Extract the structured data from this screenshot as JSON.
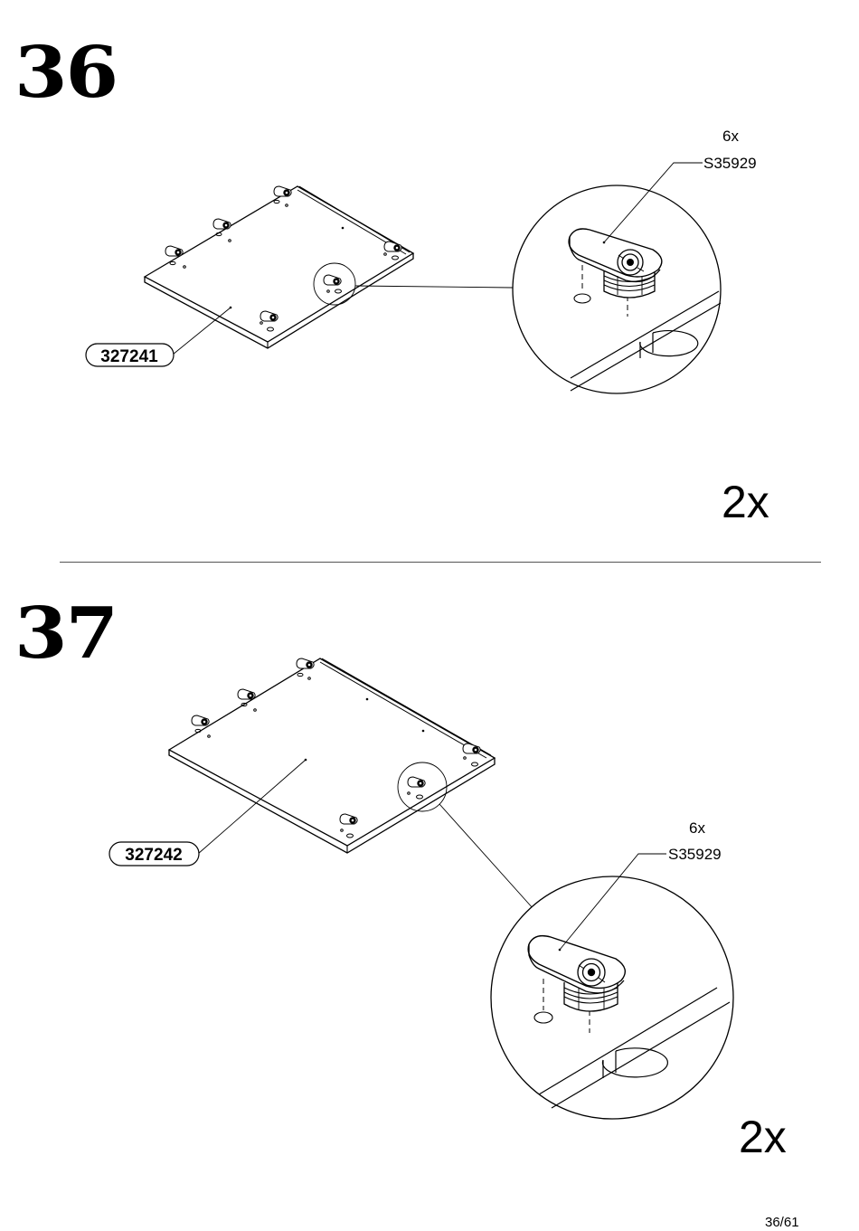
{
  "page": {
    "number": "36/61"
  },
  "steps": [
    {
      "number": "36",
      "panel_part_id": "327241",
      "hardware_count": "6x",
      "hardware_part_id": "S35929",
      "quantity": "2x"
    },
    {
      "number": "37",
      "panel_part_id": "327242",
      "hardware_count": "6x",
      "hardware_part_id": "S35929",
      "quantity": "2x"
    }
  ]
}
